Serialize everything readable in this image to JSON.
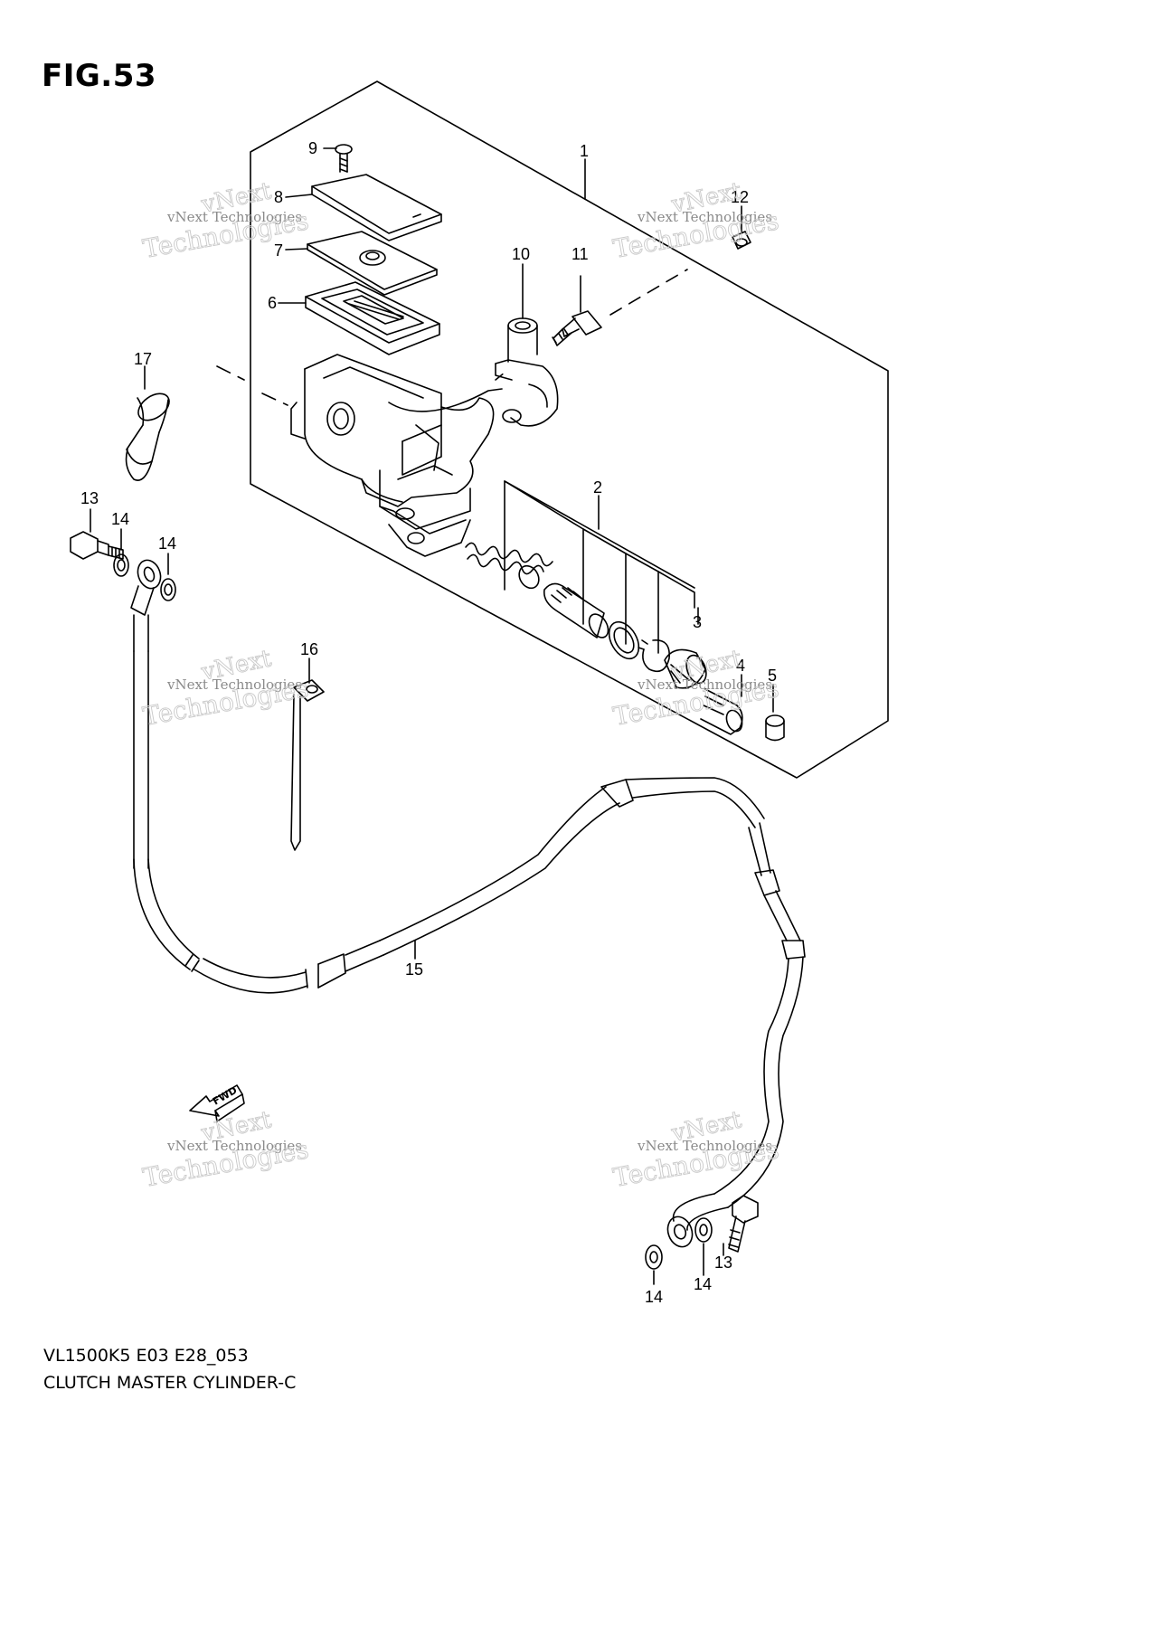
{
  "figure": {
    "title": "FIG.53",
    "model_code": "VL1500K5 E03 E28_053",
    "name": "CLUTCH MASTER CYLINDER-C"
  },
  "callouts": {
    "c1": "1",
    "c2": "2",
    "c3": "3",
    "c4": "4",
    "c5": "5",
    "c6": "6",
    "c7": "7",
    "c8": "8",
    "c9": "9",
    "c10": "10",
    "c11": "11",
    "c12": "12",
    "c13a": "13",
    "c13b": "13",
    "c14a": "14",
    "c14b": "14",
    "c14c": "14",
    "c14d": "14",
    "c15": "15",
    "c16": "16",
    "c17": "17"
  },
  "direction_marker": {
    "label": "FWD"
  },
  "watermark": {
    "small": "vNext Technologies",
    "top": "vNext",
    "bottom": "Technologies"
  }
}
